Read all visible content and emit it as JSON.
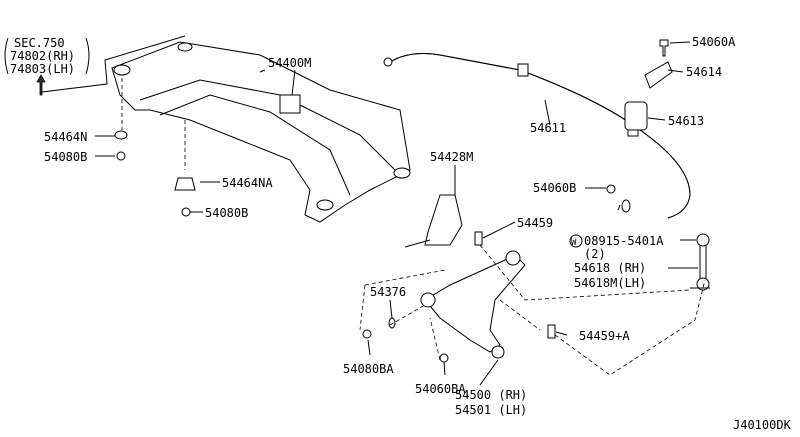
{
  "diagram": {
    "ref_block": {
      "sec": "SEC.750",
      "rh": "74802(RH)",
      "lh": "74803(LH)"
    },
    "labels": {
      "crossmember": "54400M",
      "insulator_upper": "54464N",
      "nut_upper": "54080B",
      "insulator_lower": "54464NA",
      "nut_lower": "54080B",
      "stabilizer": "54611",
      "bolt_clamp": "54060A",
      "clamp": "54614",
      "bushing": "54613",
      "nut_link": "54060B",
      "bracket": "54428M",
      "bolt_arm": "54459",
      "washer_code": "W",
      "washer": "08915-5401A",
      "washer_qty": "(2)",
      "link_rh": "54618 (RH)",
      "link_lh": "54618M(LH)",
      "washer_arm": "54376",
      "nut_arm_ba": "54080BA",
      "nut_arm_60ba": "54060BA",
      "bolt_arm_a": "54459+A",
      "arm_rh": "54500 (RH)",
      "arm_lh": "54501 (LH)",
      "diagram_code": "J40100DK"
    }
  }
}
